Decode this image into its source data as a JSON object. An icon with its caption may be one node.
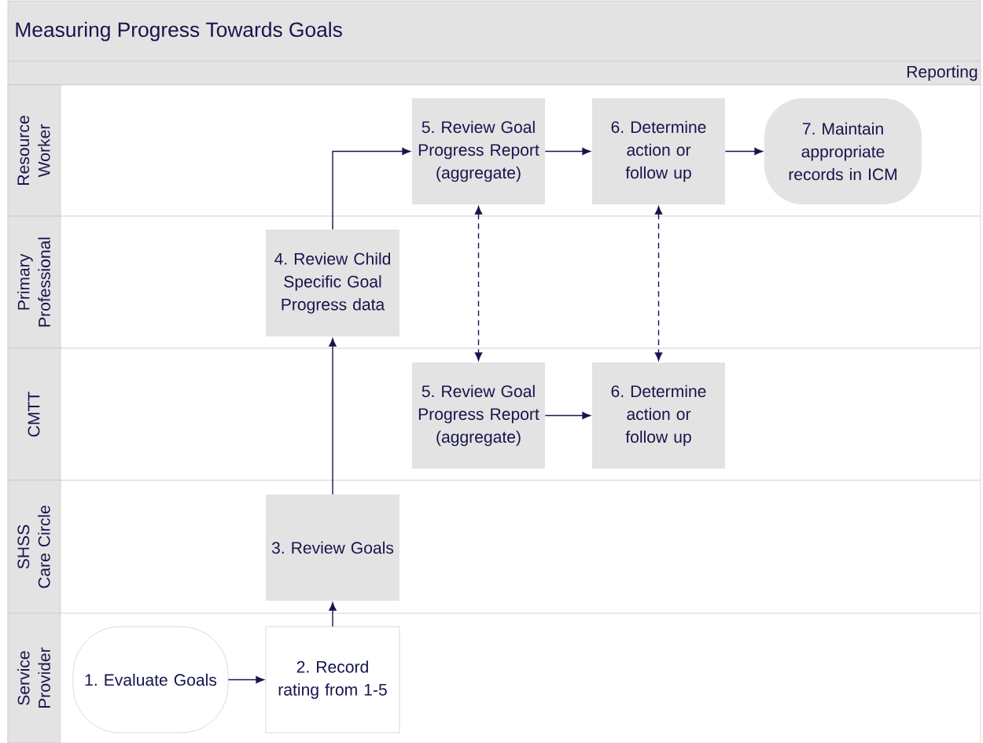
{
  "diagram": {
    "title": "Measuring Progress Towards Goals",
    "nodes": [
      {
        "text": [
          "Resource Worker"
        ]
      },
      {
        "text": [
          "5. Review Goal Progress Report (aggregate)"
        ],
        "in": 0
      },
      {
        "text": [
          "6. Determine action or follow up"
        ],
        "in": 0
      },
      {
        "text": [
          "7. Maintain appropriate records in ICM"
        ],
        "in": 0
      },
      {
        "text": [
          "Primary Professional"
        ]
      },
      {
        "text": [
          "4. Review Child Specific Goal Progress data"
        ],
        "in": 4
      },
      {
        "text": [
          "CMTT"
        ]
      },
      {
        "text": [
          "5. Review Goal Progress Report (aggregate)"
        ],
        "in": 6
      },
      {
        "text": [
          "6. Determine action or follow up"
        ],
        "in": 6
      },
      {
        "text": [
          "SHSS Care Circle"
        ]
      },
      {
        "text": [
          "3. Review Goals"
        ],
        "in": 9
      },
      {
        "text": [
          "Service Provider"
        ]
      },
      {
        "text": [
          "1. Evaluate Goals"
        ],
        "in": 11
      },
      {
        "text": [
          "2. Record rating from 1-5"
        ],
        "in": 11
      }
    ],
    "edges": [
      {
        "from": 12,
        "to": 13,
        "arrow": "to"
      },
      {
        "from": 13,
        "to": 10,
        "arrow": "to"
      },
      {
        "from": 10,
        "to": 5,
        "arrow": "to"
      },
      {
        "from": 5,
        "to": 1,
        "arrow": "to"
      },
      {
        "from": 1,
        "to": 2,
        "arrow": "to"
      },
      {
        "from": 2,
        "to": 3,
        "arrow": "to"
      },
      {
        "from": 1,
        "to": 7,
        "arrow": "both",
        "style": "dashed"
      },
      {
        "from": 2,
        "to": 8,
        "arrow": "both",
        "style": "dashed"
      },
      {
        "from": 7,
        "to": 8,
        "arrow": "to"
      }
    ],
    "labels": [
      "Reporting"
    ]
  }
}
